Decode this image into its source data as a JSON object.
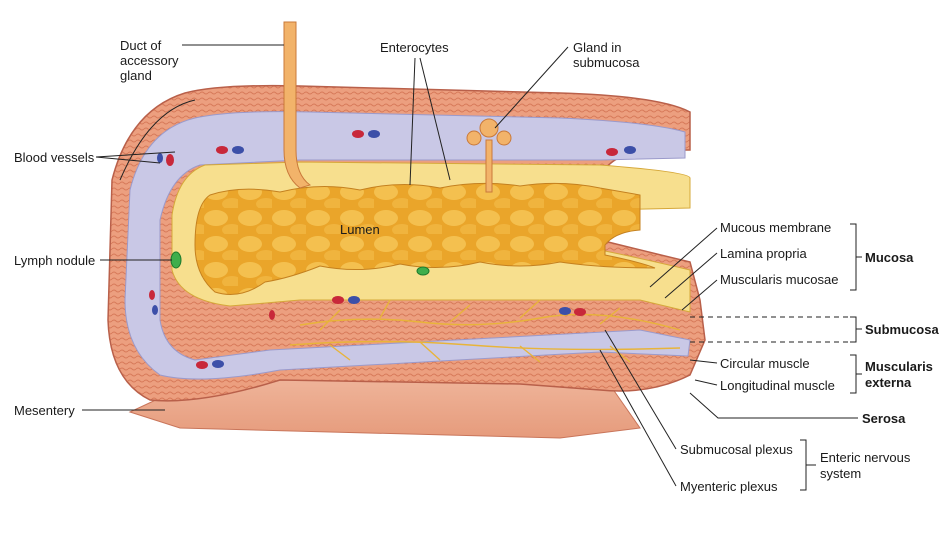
{
  "labels": {
    "duct": [
      "Duct of",
      "accessory",
      "gland"
    ],
    "enterocytes": "Enterocytes",
    "gland": [
      "Gland in",
      "submucosa"
    ],
    "blood_vessels": "Blood vessels",
    "lumen": "Lumen",
    "lymph_nodule": "Lymph nodule",
    "mesentery": "Mesentery",
    "mucous_membrane": "Mucous membrane",
    "lamina_propria": "Lamina propria",
    "muscularis_mucosae": "Muscularis mucosae",
    "mucosa": "Mucosa",
    "submucosa": "Submucosa",
    "circular_muscle": "Circular muscle",
    "longitudinal_muscle": "Longitudinal muscle",
    "muscularis_externa": [
      "Muscularis",
      "externa"
    ],
    "serosa": "Serosa",
    "submucosal_plexus": "Submucosal plexus",
    "myenteric_plexus": "Myenteric plexus",
    "enteric_nervous_system": [
      "Enteric nervous",
      "system"
    ]
  },
  "colors": {
    "muscle": "#e9a07f",
    "muscle_dark": "#c9674a",
    "serosa": "#f0b296",
    "submucosa": "#c9c8e6",
    "mucosa": "#f7df8e",
    "lumen": "#e9a426",
    "villi": "#f4c04f",
    "nerve": "#e8b43a",
    "vessel_red": "#c8283a",
    "vessel_blue": "#3c4fa8",
    "lymph": "#3fae4b"
  }
}
